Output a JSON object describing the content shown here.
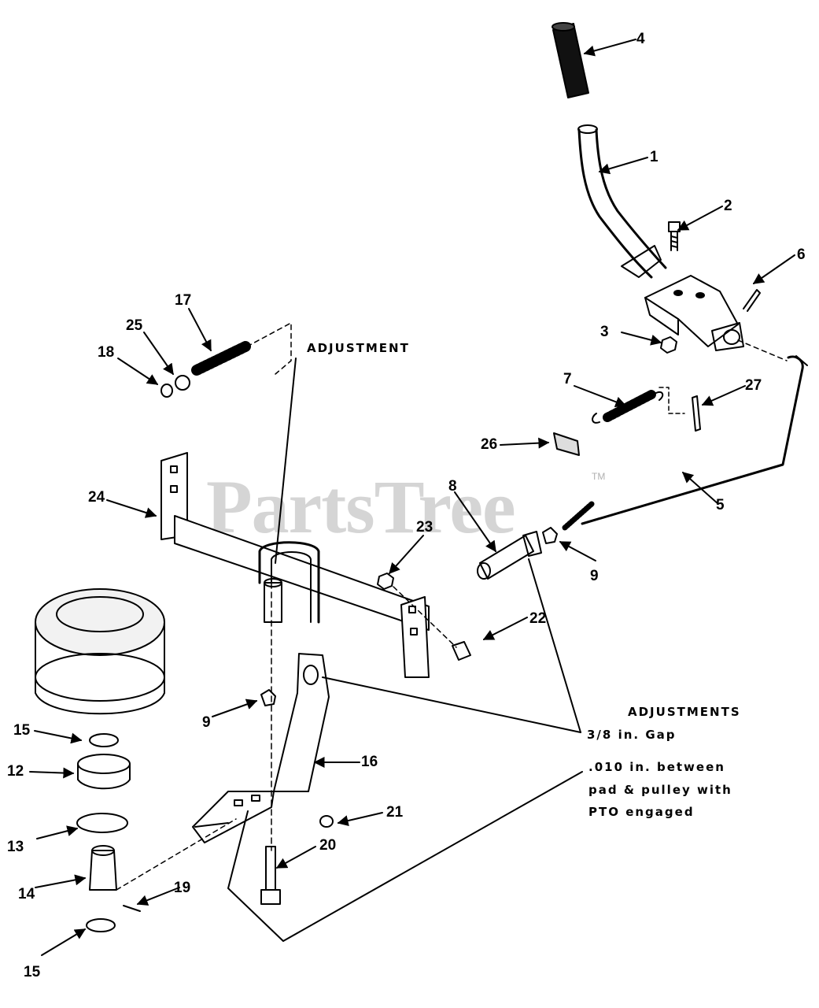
{
  "watermark": {
    "brand": "PartsTree",
    "tm": "TM"
  },
  "notes": {
    "adjustment": "ADJUSTMENT",
    "adjustments_heading": "ADJUSTMENTS",
    "gap": "3/8 in. Gap",
    "clearance_line1": ".010 in. between",
    "clearance_line2": "pad & pulley with",
    "clearance_line3": "PTO engaged"
  },
  "callouts": [
    {
      "id": "c4",
      "label": "4"
    },
    {
      "id": "c1",
      "label": "1"
    },
    {
      "id": "c2",
      "label": "2"
    },
    {
      "id": "c6",
      "label": "6"
    },
    {
      "id": "c3",
      "label": "3"
    },
    {
      "id": "c17",
      "label": "17"
    },
    {
      "id": "c25",
      "label": "25"
    },
    {
      "id": "c18",
      "label": "18"
    },
    {
      "id": "c7",
      "label": "7"
    },
    {
      "id": "c27",
      "label": "27"
    },
    {
      "id": "c26",
      "label": "26"
    },
    {
      "id": "c8",
      "label": "8"
    },
    {
      "id": "c24",
      "label": "24"
    },
    {
      "id": "c23",
      "label": "23"
    },
    {
      "id": "c5",
      "label": "5"
    },
    {
      "id": "c9a",
      "label": "9"
    },
    {
      "id": "c22",
      "label": "22"
    },
    {
      "id": "c9b",
      "label": "9"
    },
    {
      "id": "c15a",
      "label": "15"
    },
    {
      "id": "c16",
      "label": "16"
    },
    {
      "id": "c12",
      "label": "12"
    },
    {
      "id": "c13",
      "label": "13"
    },
    {
      "id": "c21",
      "label": "21"
    },
    {
      "id": "c20",
      "label": "20"
    },
    {
      "id": "c14",
      "label": "14"
    },
    {
      "id": "c19",
      "label": "19"
    },
    {
      "id": "c15b",
      "label": "15"
    }
  ]
}
